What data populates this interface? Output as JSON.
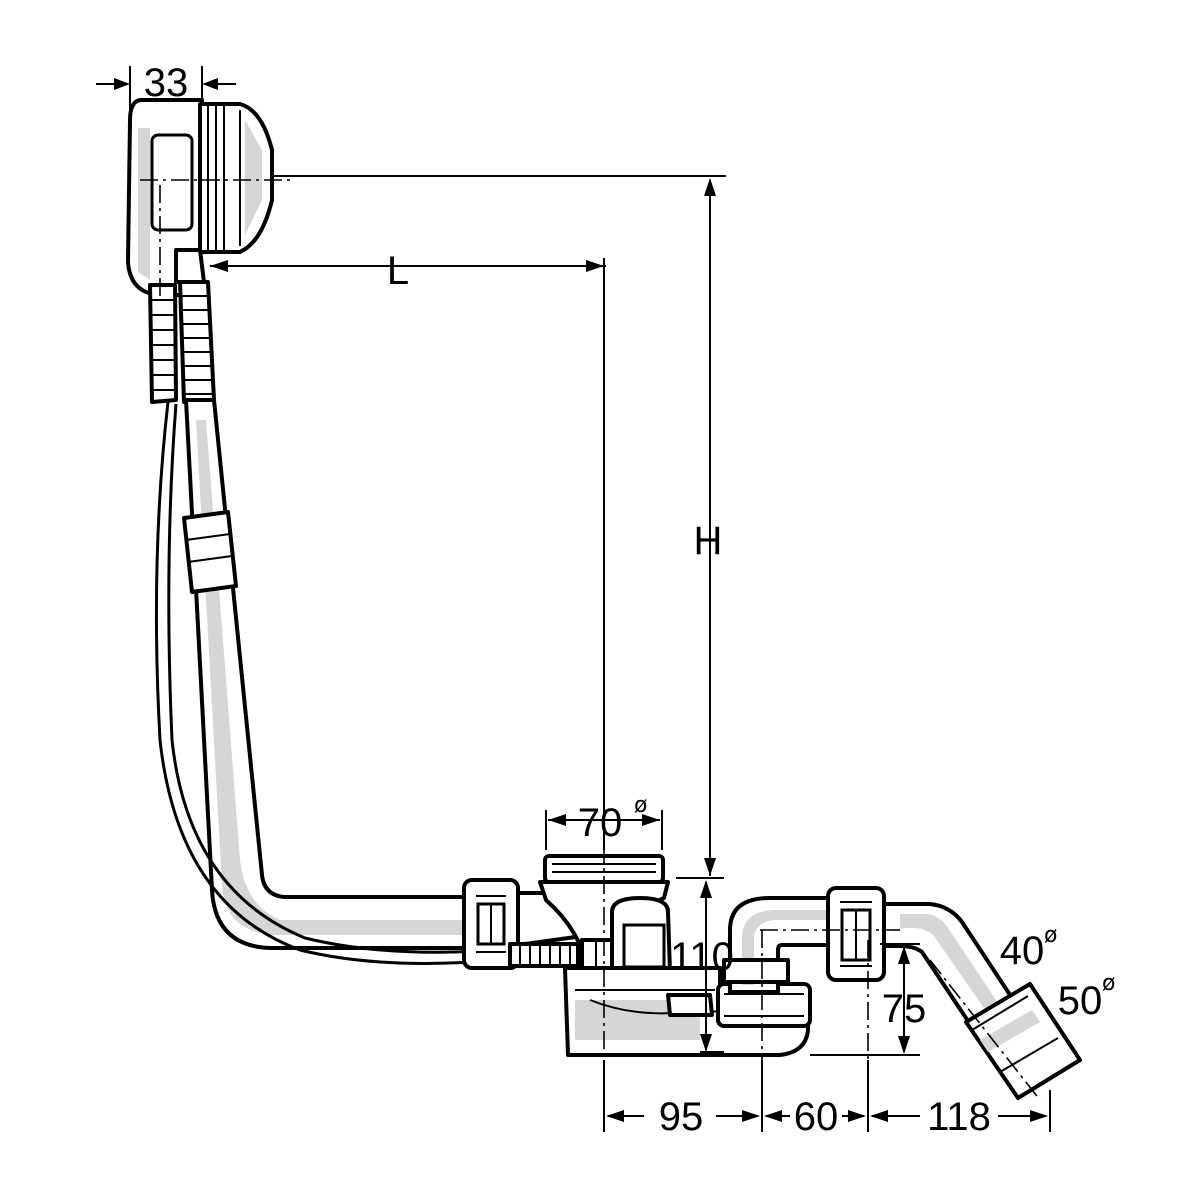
{
  "dimensions": {
    "width_33": "33",
    "length_L": "L",
    "height_H": "H",
    "dia_70": "70",
    "dia_40": "40",
    "dia_50": "50",
    "height_110": "110",
    "height_75": "75",
    "horiz_95": "95",
    "horiz_60": "60",
    "horiz_118": "118"
  },
  "diameter_symbol": "ø"
}
